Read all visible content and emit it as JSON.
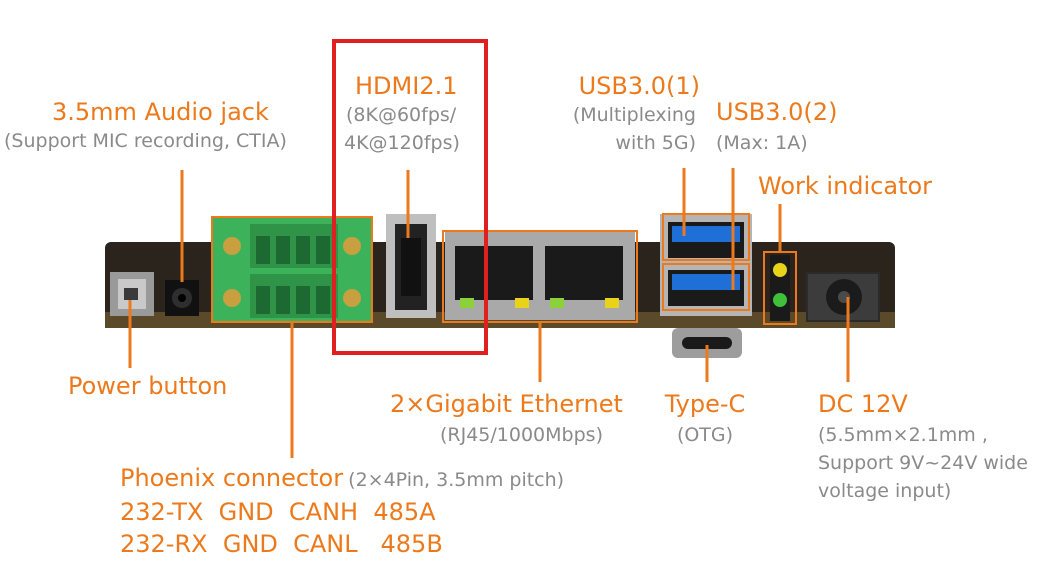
{
  "labels": {
    "audio": {
      "title": "3.5mm Audio jack",
      "sub": "(Support MIC recording, CTIA)"
    },
    "hdmi": {
      "title": "HDMI2.1",
      "sub1": "(8K@60fps/",
      "sub2": "4K@120fps)"
    },
    "usb1": {
      "title": "USB3.0(1)",
      "sub1": "(Multiplexing",
      "sub2": "with 5G)"
    },
    "usb2": {
      "title": "USB3.0(2)",
      "sub": "(Max: 1A)"
    },
    "work": {
      "title": "Work indicator"
    },
    "power": {
      "title": "Power button"
    },
    "ethernet": {
      "title": "2×Gigabit Ethernet",
      "sub": "(RJ45/1000Mbps)"
    },
    "typec": {
      "title": "Type-C",
      "sub": "(OTG)"
    },
    "dc": {
      "title": "DC 12V",
      "sub1": "(5.5mm×2.1mm ,",
      "sub2": "Support 9V~24V wide",
      "sub3": "voltage input)"
    },
    "phoenix": {
      "title": "Phoenix connector",
      "sub": "(2×4Pin, 3.5mm pitch)",
      "row1": "232-TX  GND  CANH  485A",
      "row2": "232-RX  GND  CANL   485B"
    }
  },
  "colors": {
    "accent": "#ec7a1c",
    "highlight": "#e02020",
    "muted": "#8a8a8a",
    "terminal": "#3cb35a",
    "pcb": "#2a241c",
    "led_yellow": "#e8d21a",
    "led_green": "#3fbf3a",
    "usb_blue": "#1f6fd8"
  }
}
